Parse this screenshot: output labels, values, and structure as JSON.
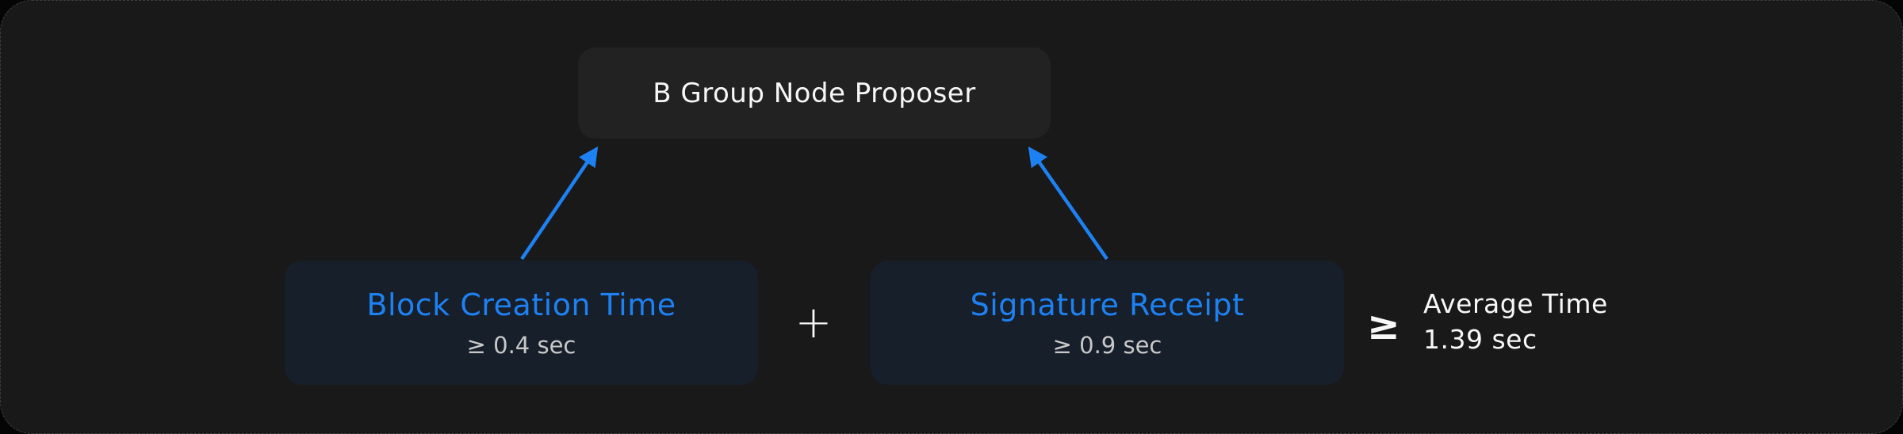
{
  "diagram": {
    "proposer": {
      "label": "B Group Node Proposer"
    },
    "inputs": [
      {
        "title": "Block Creation Time",
        "value": "≥ 0.4 sec"
      },
      {
        "title": "Signature Receipt",
        "value": "≥ 0.9 sec"
      }
    ],
    "operators": {
      "plus": "+",
      "gte": "≥"
    },
    "result": {
      "line1": "Average Time",
      "line2": "1.39 sec"
    },
    "colors": {
      "accent_blue": "#1E81F2",
      "panel_bg": "#191919",
      "proposer_node_bg": "#222222",
      "input_node_bg": "#171F2B",
      "text_primary": "#F7F7F7",
      "text_muted": "#C8C8C8"
    }
  }
}
